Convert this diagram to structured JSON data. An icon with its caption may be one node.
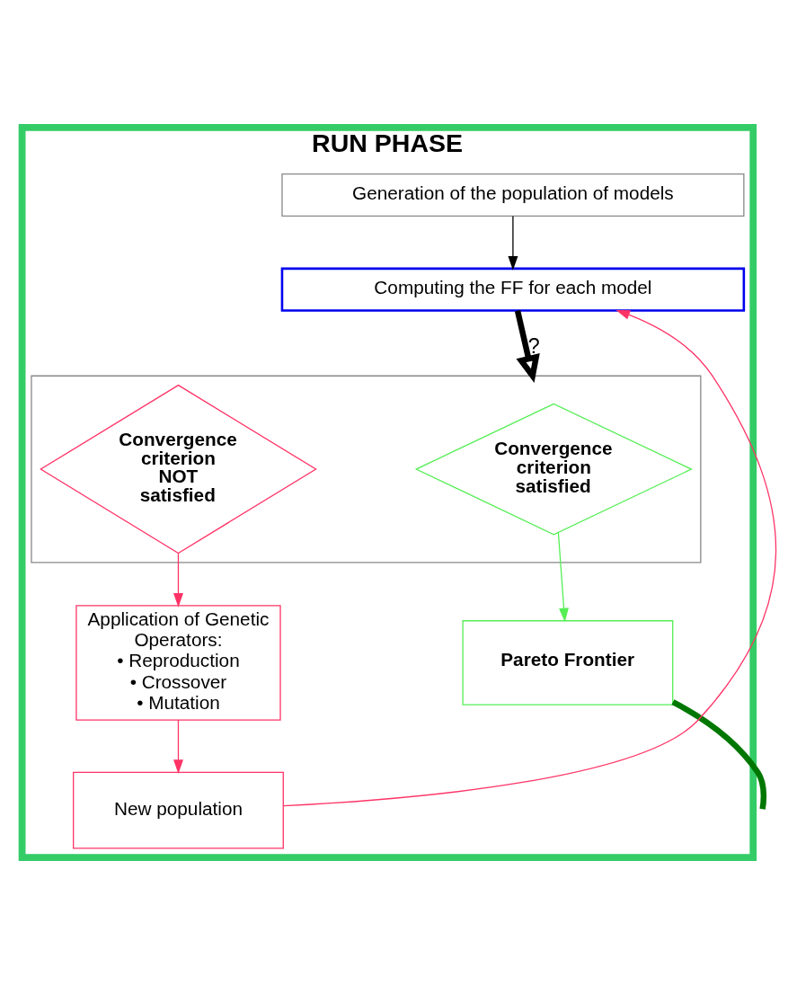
{
  "diagram": {
    "nodes": [
      {
        "text": [
          "RUN PHASE"
        ]
      },
      {
        "text": [
          "Generation of the population of models"
        ],
        "in": 0
      },
      {
        "text": [
          "Computing the FF for each model"
        ],
        "in": 0
      },
      {
        "text": [],
        "shape": "box",
        "in": 0
      },
      {
        "text": [
          "Convergence criterion satisfied"
        ],
        "in": 3
      },
      {
        "text": [
          "Convergence criterion NOT satisfied"
        ],
        "in": 3
      },
      {
        "text": [
          "Application of Genetic Operators:",
          "• Reproduction",
          "• Crossover",
          "• Mutation"
        ],
        "in": 0
      },
      {
        "text": [
          "Pareto Frontier"
        ],
        "in": 0
      },
      {
        "text": [
          "New population"
        ],
        "in": 0
      }
    ],
    "edges": [
      {
        "from": 1,
        "to": 2,
        "arrow": "to",
        "color": "#000000"
      },
      {
        "from": 2,
        "to": 3,
        "arrow": "to",
        "label": "?",
        "style": "thick",
        "color": "#000000"
      },
      {
        "from": 4,
        "to": 7,
        "arrow": "to",
        "color": "#55ee55"
      },
      {
        "from": 5,
        "to": 6,
        "arrow": "to",
        "color": "#ff3366"
      },
      {
        "from": 6,
        "to": 8,
        "arrow": "to",
        "color": "#ff3366"
      },
      {
        "from": 8,
        "to": 2,
        "arrow": "to",
        "color": "#ff3366"
      },
      {
        "from": 7,
        "to": null,
        "arrow": "none",
        "style": "thick",
        "color": "#007700"
      }
    ]
  }
}
